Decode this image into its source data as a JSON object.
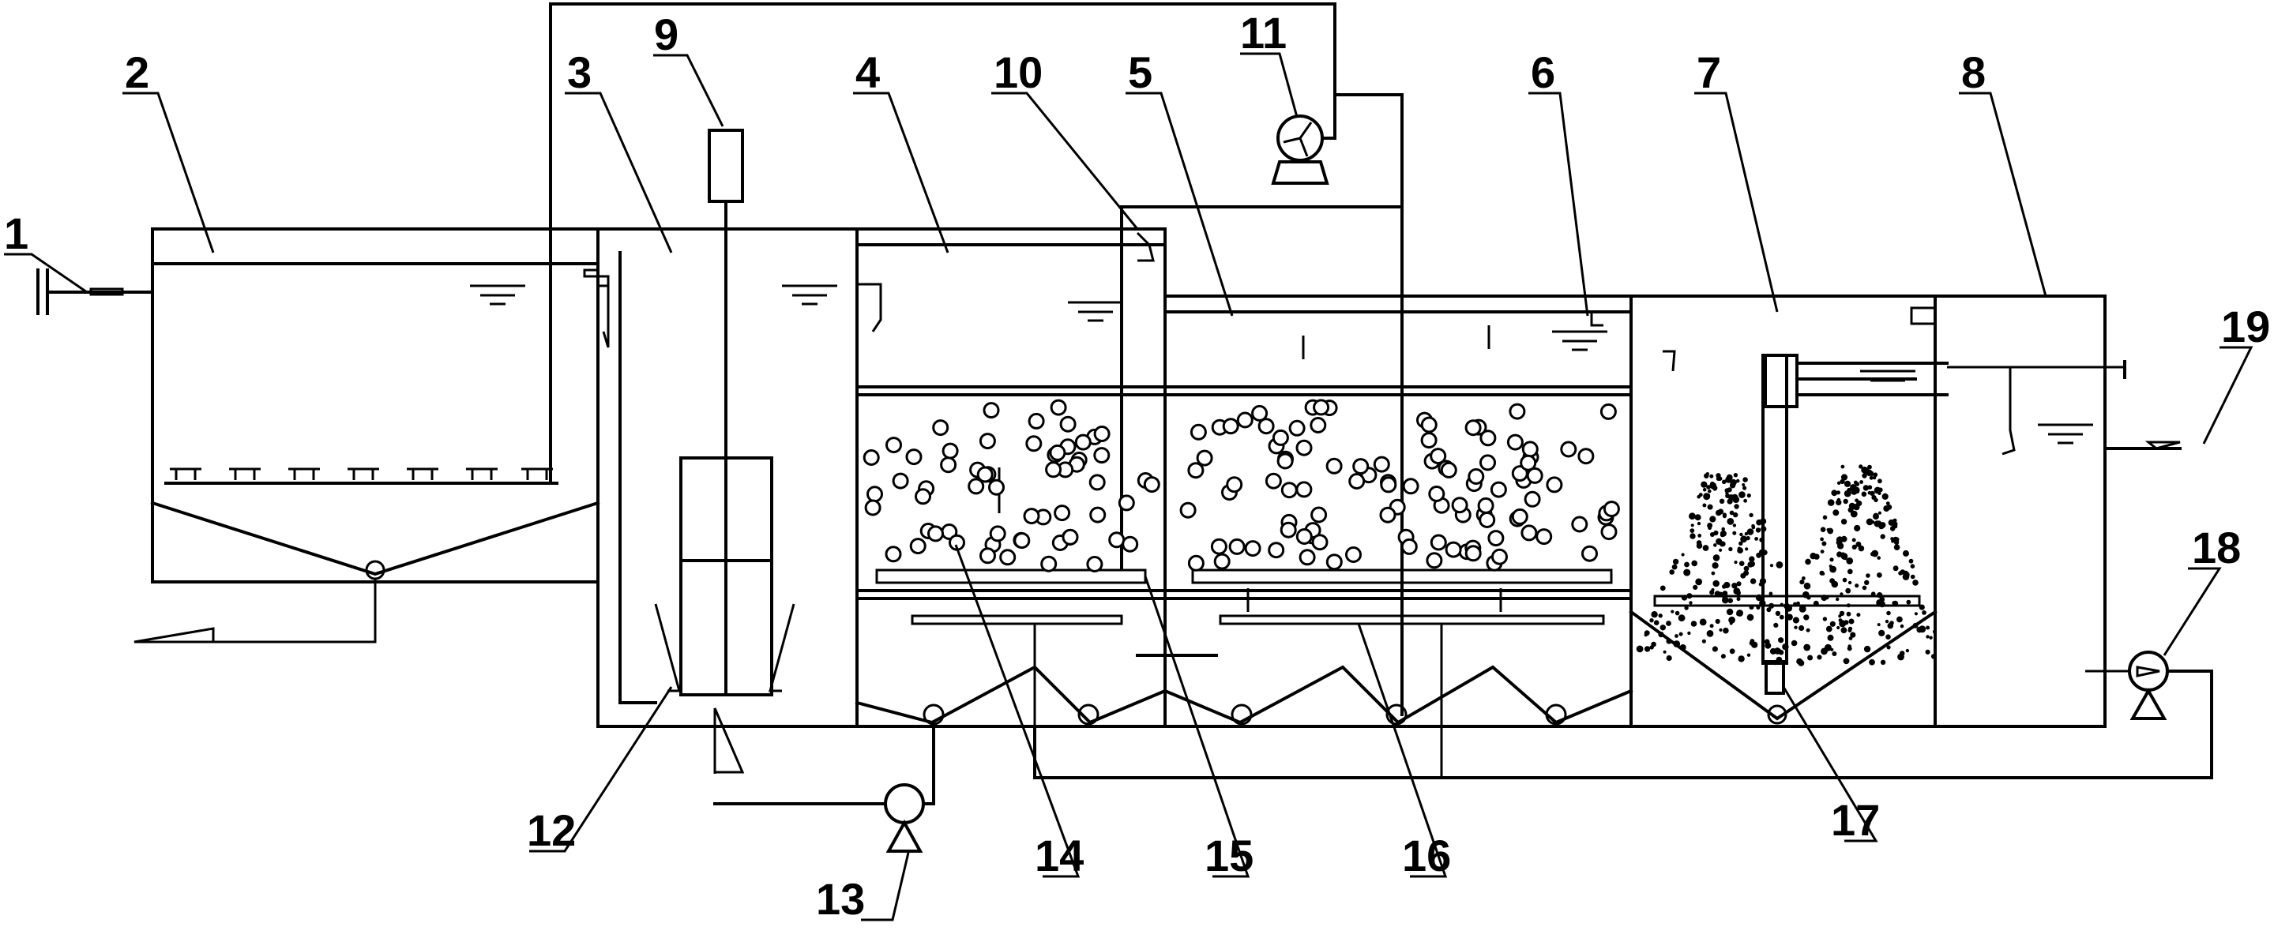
{
  "labels": [
    "1",
    "2",
    "3",
    "4",
    "5",
    "6",
    "7",
    "8",
    "9",
    "10",
    "11",
    "12",
    "13",
    "14",
    "15",
    "16",
    "17",
    "18",
    "19"
  ],
  "colors": {
    "line": "#000000",
    "background": "#ffffff"
  }
}
